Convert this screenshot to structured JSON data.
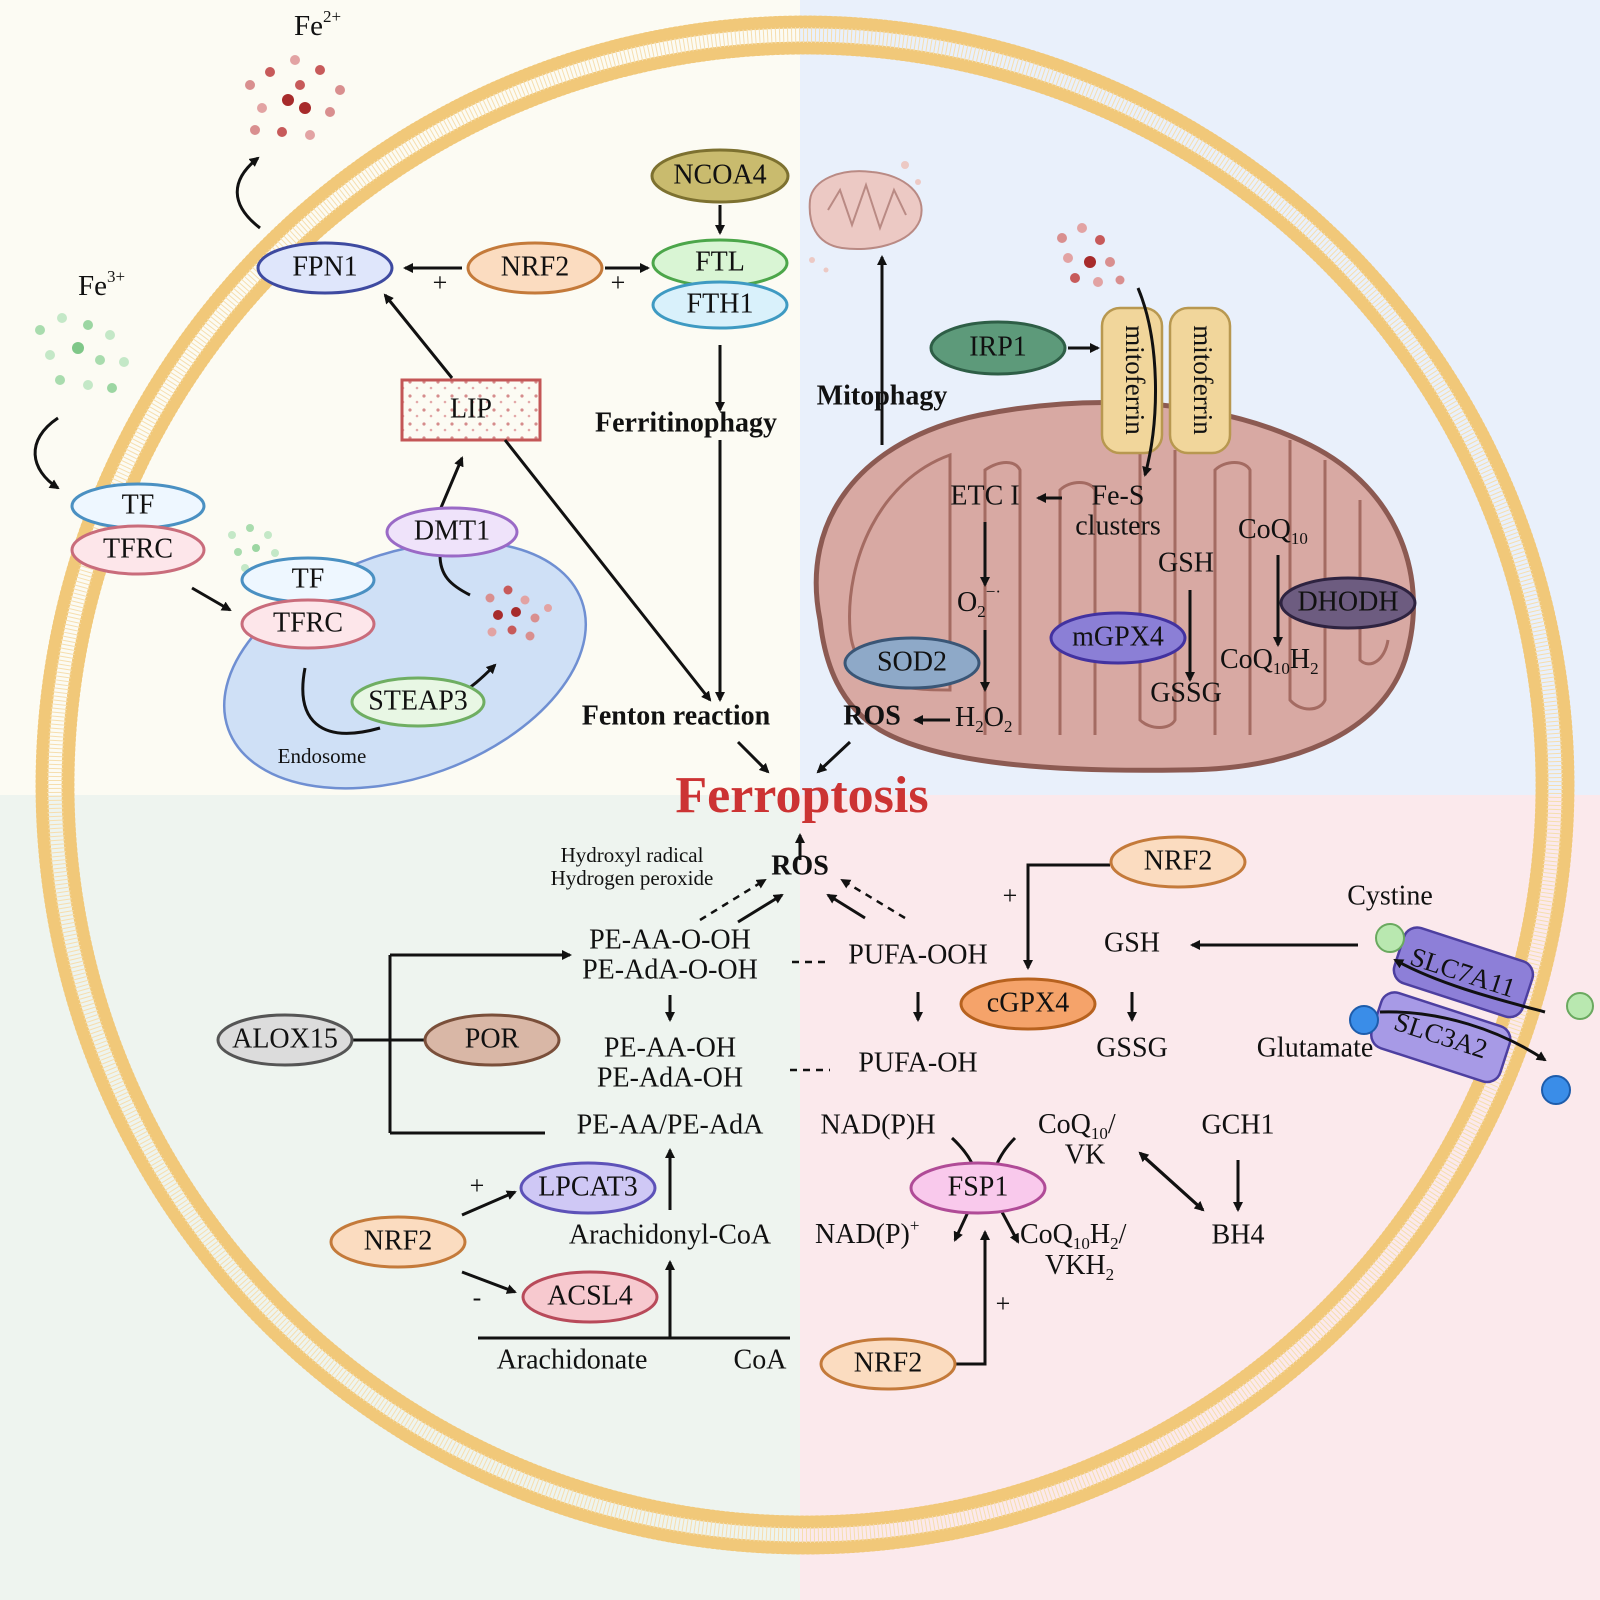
{
  "title": "Ferroptosis",
  "colors": {
    "quadrant_top_left": "#fcfbf3",
    "quadrant_top_right": "#e9f0fb",
    "quadrant_bottom_left": "#eef4ef",
    "quadrant_bottom_right": "#fbe9ec",
    "membrane": "#f1c879",
    "title_red": "#cc3333",
    "mito_fill": "#d8a9a3",
    "endosome_fill": "#cfe0f6"
  },
  "iron": {
    "fe2": "Fe",
    "fe2_sup": "2+",
    "fe3": "Fe",
    "fe3_sup": "3+"
  },
  "nodes": {
    "fpn1": "FPN1",
    "nrf2_top": "NRF2",
    "ncoa4": "NCOA4",
    "ftl": "FTL",
    "fth1": "FTH1",
    "lip": "LIP",
    "tf_outer": "TF",
    "tfrc_outer": "TFRC",
    "tf_inner": "TF",
    "tfrc_inner": "TFRC",
    "dmt1": "DMT1",
    "steap3": "STEAP3",
    "irp1": "IRP1",
    "mitoferrin_a": "mitoferrin",
    "mitoferrin_b": "mitoferrin",
    "sod2": "SOD2",
    "mgpx4": "mGPX4",
    "dhodh": "DHODH",
    "nrf2_right": "NRF2",
    "cgpx4": "cGPX4",
    "slc7a11": "SLC7A11",
    "slc3a2": "SLC3A2",
    "alox15": "ALOX15",
    "por": "POR",
    "lpcat3": "LPCAT3",
    "nrf2_left": "NRF2",
    "acsl4": "ACSL4",
    "fsp1": "FSP1",
    "nrf2_bottom": "NRF2"
  },
  "labels": {
    "ferritinophagy": "Ferritinophagy",
    "fenton": "Fenton reaction",
    "endosome": "Endosome",
    "mitophagy": "Mitophagy",
    "etc1": "ETC I",
    "fes_1": "Fe-S",
    "fes_2": "clusters",
    "coq10": "CoQ",
    "coq10_sub": "10",
    "gsh_mito": "GSH",
    "gssg_mito": "GSSG",
    "o2": "O",
    "o2_sub": "2",
    "o2_sup": "−·",
    "h2o2_a": "H",
    "h2o2_sub1": "2",
    "h2o2_b": "O",
    "h2o2_sub2": "2",
    "ros_mito": "ROS",
    "coq10h2_a": "CoQ",
    "coq10h2_sub": "10",
    "coq10h2_b": "H",
    "coq10h2_sub2": "2",
    "hydroxyl": "Hydroxyl radical",
    "hperoxide": "Hydrogen peroxide",
    "ros_center": "ROS",
    "pe_aa_ooh": "PE-AA-O-OH",
    "pe_ada_ooh": "PE-AdA-O-OH",
    "pufa_ooh": "PUFA-OOH",
    "pe_aa_oh": "PE-AA-OH",
    "pe_ada_oh": "PE-AdA-OH",
    "pufa_oh": "PUFA-OH",
    "pe_aa_ada": "PE-AA/PE-AdA",
    "gsh_cyto": "GSH",
    "gssg_cyto": "GSSG",
    "cystine": "Cystine",
    "glutamate": "Glutamate",
    "arachidonyl_coa": "Arachidonyl-CoA",
    "arachidonate": "Arachidonate",
    "coa": "CoA",
    "nadph": "NAD(P)H",
    "nadp_a": "NAD(P)",
    "nadp_sup": "+",
    "coq10vk_a": "CoQ",
    "coq10vk_sub": "10",
    "coq10vk_b": "/",
    "vk": "VK",
    "coq10h2vk_a": "CoQ",
    "coq10h2vk_sub": "10",
    "coq10h2vk_b": "H",
    "coq10h2vk_sub2": "2",
    "coq10h2vk_c": "/",
    "vkh2_a": "VKH",
    "vkh2_sub": "2",
    "gch1": "GCH1",
    "bh4": "BH4"
  },
  "signs": {
    "plus": "+",
    "minus": "-"
  }
}
